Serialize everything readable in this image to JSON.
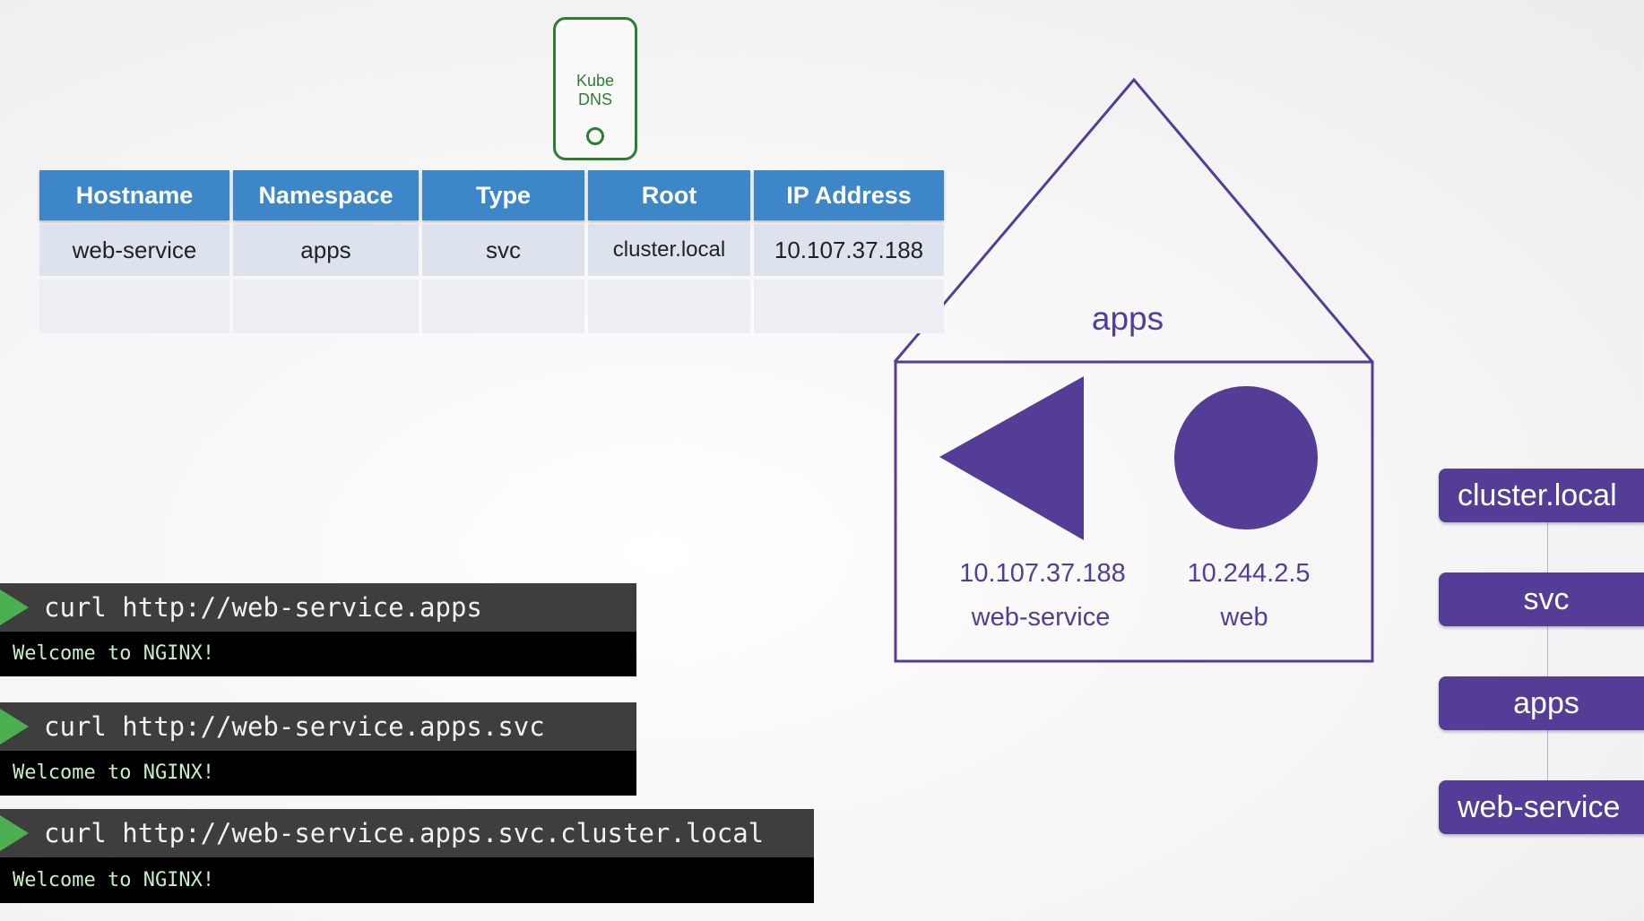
{
  "kube_dns": {
    "label_line1": "Kube",
    "label_line2": "DNS"
  },
  "dns_table": {
    "headers": [
      "Hostname",
      "Namespace",
      "Type",
      "Root",
      "IP Address"
    ],
    "rows": [
      [
        "web-service",
        "apps",
        "svc",
        "cluster.local",
        "10.107.37.188"
      ],
      [
        "",
        "",
        "",
        "",
        ""
      ]
    ]
  },
  "namespace": {
    "name": "apps",
    "service": {
      "ip": "10.107.37.188",
      "name": "web-service"
    },
    "pod": {
      "ip": "10.244.2.5",
      "name": "web"
    }
  },
  "terminals": [
    {
      "command": "curl http://web-service.apps",
      "output": "Welcome to NGINX!"
    },
    {
      "command": "curl http://web-service.apps.svc",
      "output": "Welcome to NGINX!"
    },
    {
      "command": "curl http://web-service.apps.svc.cluster.local",
      "output": "Welcome to NGINX!"
    }
  ],
  "hierarchy": [
    "cluster.local",
    "svc",
    "apps",
    "web-service"
  ],
  "colors": {
    "namespace_purple": "#533d97",
    "table_header_blue": "#3d87c9",
    "kube_dns_green": "#2e7d32",
    "terminal_arrow_green": "#4cb050"
  },
  "icons": {
    "kube_dns": "pod-circle-icon",
    "service": "triangle-service-icon",
    "pod": "circle-pod-icon",
    "terminal": "play-arrow-icon"
  }
}
